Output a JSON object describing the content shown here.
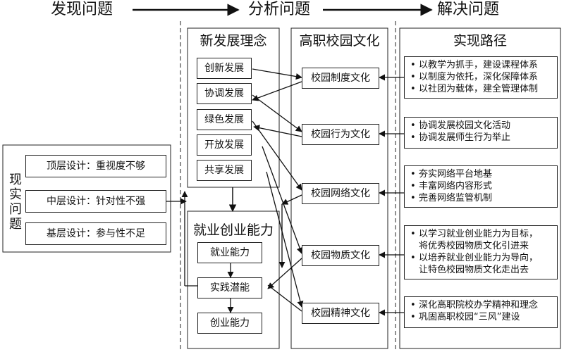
{
  "stages": [
    "发现问题",
    "分析问题",
    "解决问题"
  ],
  "reality": {
    "title": "现实问题",
    "items": [
      {
        "label": "顶层设计",
        "text": "重视度不够"
      },
      {
        "label": "中层设计",
        "text": "针对性不强"
      },
      {
        "label": "基层设计",
        "text": "参与性不足"
      }
    ]
  },
  "concepts": {
    "title": "新发展理念",
    "items": [
      "创新发展",
      "协调发展",
      "绿色发展",
      "开放发展",
      "共享发展"
    ]
  },
  "ability": {
    "title": "就业创业能力",
    "items": [
      "就业能力",
      "实践潜能",
      "创业能力"
    ]
  },
  "culture": {
    "title": "高职校园文化",
    "items": [
      "校园制度文化",
      "校园行为文化",
      "校园网络文化",
      "校园物质文化",
      "校园精神文化"
    ]
  },
  "paths": {
    "title": "实现路径",
    "groups": [
      [
        "以教学为抓手，建设课程体系",
        "以制度为依托，深化保障体系",
        "以社团为载体，建全管理体制"
      ],
      [
        "协调发展校园文化活动",
        "协调发展师生行为举止"
      ],
      [
        "夯实网络平台地基",
        "丰富网络内容形式",
        "完善网络监管机制"
      ],
      [
        "以学习就业创业能力为目标，",
        "将优秀校园物质文化引进来",
        "以培养就业创业能力为导向，",
        "让特色校园物质文化走出去"
      ],
      [
        "深化高职院校办学精神和理念",
        "巩固高职校园“三风”建设"
      ]
    ],
    "bulleted": [
      [
        true,
        true,
        true
      ],
      [
        true,
        true
      ],
      [
        true,
        true,
        true
      ],
      [
        true,
        false,
        true,
        false
      ],
      [
        true,
        true
      ]
    ],
    "bullet": "•"
  }
}
